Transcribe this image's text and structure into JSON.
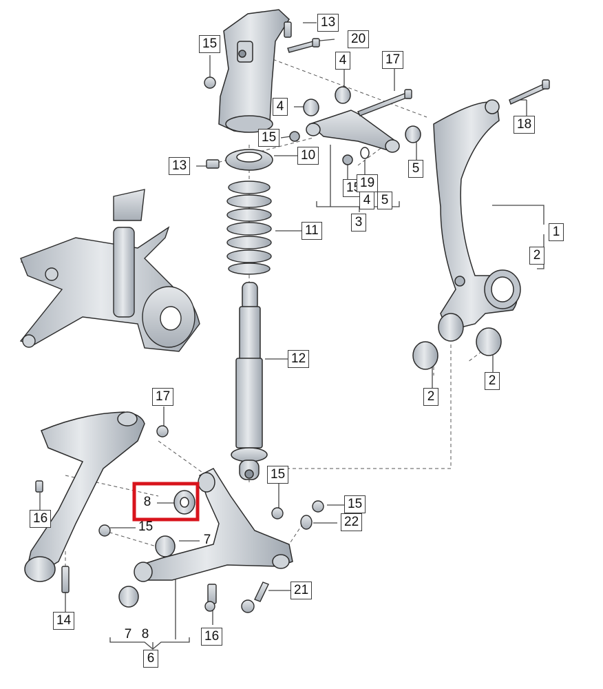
{
  "labels": {
    "l13a": "13",
    "l20": "20",
    "l15a": "15",
    "l4a": "4",
    "l17a": "17",
    "l4b": "4",
    "l15b": "15",
    "l10": "10",
    "l13b": "13",
    "l18": "18",
    "l5": "5",
    "l15c": "15",
    "l19": "19",
    "l4c": "4",
    "l5b": "5",
    "l3": "3",
    "l1": "1",
    "l2a": "2",
    "l11": "11",
    "l12": "12",
    "l2b": "2",
    "l2c": "2",
    "l17b": "17",
    "l15d": "15",
    "l8": "8",
    "l15e": "15",
    "l16a": "16",
    "l15f": "15",
    "l22": "22",
    "l7": "7",
    "l21": "21",
    "l14": "14",
    "l16b": "16",
    "l7b": "7",
    "l8b": "8",
    "l6": "6"
  },
  "colors": {
    "part_fill": "#d9dde2",
    "part_shade": "#a9b0b8",
    "outline": "#2b2b2b",
    "leader": "#444444",
    "highlight": "#d8141c"
  }
}
